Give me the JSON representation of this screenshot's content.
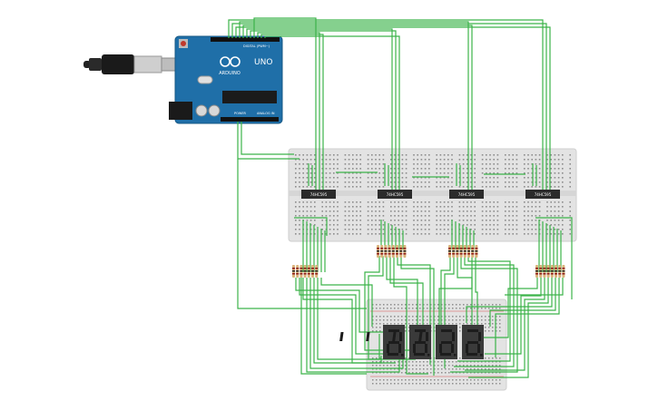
{
  "board": {
    "brand": "ARDUINO",
    "model": "UNO",
    "label_digital": "DIGITAL (PWM~)",
    "label_analog": "ANALOG IN",
    "label_power": "POWER"
  },
  "chips": [
    {
      "label": "74HC595"
    },
    {
      "label": "74HC595"
    },
    {
      "label": "74HC595"
    },
    {
      "label": "74HC595"
    }
  ],
  "display": {
    "digit_count": 4,
    "segment_color": "#1c1c1c",
    "body_color": "#3a3a3a"
  },
  "colors": {
    "wire": "#3cb34a",
    "board": "#1f6fa8",
    "breadboard": "#e3e3e3",
    "chip": "#2b2b2b"
  }
}
